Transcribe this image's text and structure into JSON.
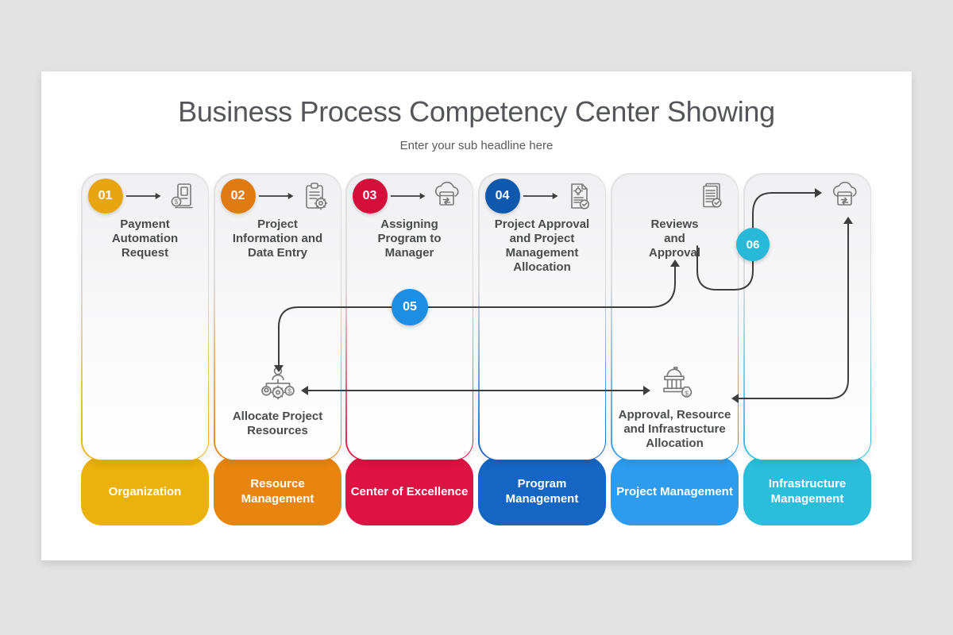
{
  "slide": {
    "title": "Business Process Competency Center Showing",
    "subtitle": "Enter your sub headline here"
  },
  "columns": [
    {
      "number": "01",
      "title": "Payment Automation Request",
      "footer": "Organization",
      "badge_color": "#E7A60F",
      "footer_color": "#EBB10C",
      "icon": "payment-terminal"
    },
    {
      "number": "02",
      "title": "Project Information and Data Entry",
      "footer": "Resource Management",
      "badge_color": "#E07A12",
      "footer_color": "#E8850E",
      "icon": "clipboard-gear",
      "sub_node": "Allocate Project Resources",
      "sub_icon": "person-resources"
    },
    {
      "number": "03",
      "title": "Assigning Program to Manager",
      "footer": "Center of Excellence",
      "badge_color": "#D50F3C",
      "footer_color": "#DE1243",
      "icon": "cloud-package"
    },
    {
      "number": "04",
      "title": "Project Approval and Project Management Allocation",
      "footer": "Program Management",
      "badge_color": "#0E58AE",
      "footer_color": "#1565C2",
      "icon": "document-idea-approval"
    },
    {
      "number": "",
      "title": "Reviews and Approval",
      "footer": "Project Management",
      "badge_color": "",
      "footer_color": "#2D9CEF",
      "icon": "document-check",
      "sub_node": "Approval, Resource and Infrastructure Allocation",
      "sub_icon": "government-funding"
    },
    {
      "number": "",
      "title": "",
      "footer": "Infrastructure Management",
      "badge_color": "",
      "footer_color": "#2BBEDB",
      "icon": "cloud-package"
    }
  ],
  "connectors": [
    {
      "number": "05",
      "color": "#1E8DE4"
    },
    {
      "number": "06",
      "color": "#29B9D8"
    }
  ],
  "line_color": "#3E3E3E"
}
